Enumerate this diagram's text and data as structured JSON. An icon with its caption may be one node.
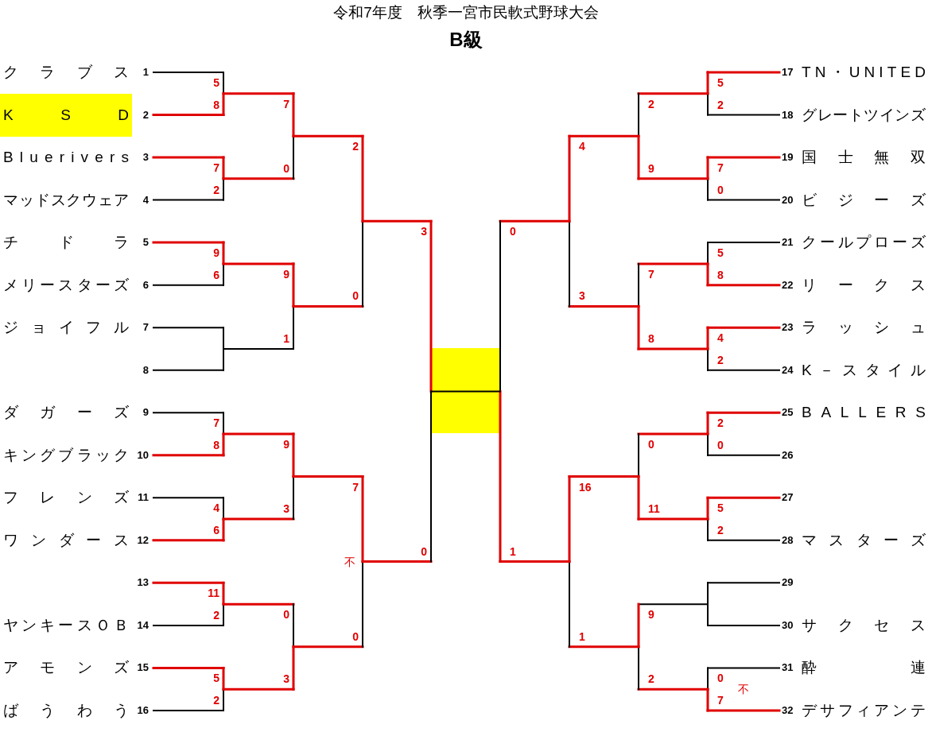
{
  "diagram": {
    "title": "令和7年度　秋季一宮市民軟式野球大会",
    "labels": [
      "B級",
      "クラブス",
      "1",
      "K S D",
      "2",
      "Bluerivers",
      "3",
      "マッドスクウェア",
      "4",
      "チドラ",
      "5",
      "メリースターズ",
      "6",
      "ジョイフル",
      "7",
      "8",
      "ダガーズ",
      "9",
      "キングブラック",
      "10",
      "フレンズ",
      "11",
      "ワンダース",
      "12",
      "13",
      "ヤンキースＯＢ",
      "14",
      "アモンズ",
      "15",
      "ばうわう",
      "16",
      "17",
      "TN・UNITED",
      "18",
      "グレートツインズ",
      "19",
      "国士無双",
      "20",
      "ビジーズ",
      "21",
      "クールプローズ",
      "22",
      "リークス",
      "23",
      "ラッシュ",
      "24",
      "K－スタイル",
      "25",
      "BALLERS",
      "26",
      "27",
      "28",
      "マスターズ",
      "29",
      "30",
      "サクセス",
      "31",
      "酔 連",
      "32",
      "デサフィアンテ",
      "5",
      "8",
      "7",
      "2",
      "9",
      "6",
      "7",
      "8",
      "4",
      "6",
      "11",
      "2",
      "5",
      "2",
      "7",
      "0",
      "9",
      "1",
      "9",
      "3",
      "0",
      "3",
      "2",
      "0",
      "7",
      "不",
      "0",
      "3",
      "0",
      "0",
      "1",
      "4",
      "3",
      "16",
      "1",
      "2",
      "9",
      "7",
      "8",
      "0",
      "11",
      "9",
      "2",
      "5",
      "2",
      "7",
      "0",
      "5",
      "8",
      "4",
      "2",
      "2",
      "0",
      "5",
      "2",
      "0",
      "不",
      "7"
    ]
  }
}
